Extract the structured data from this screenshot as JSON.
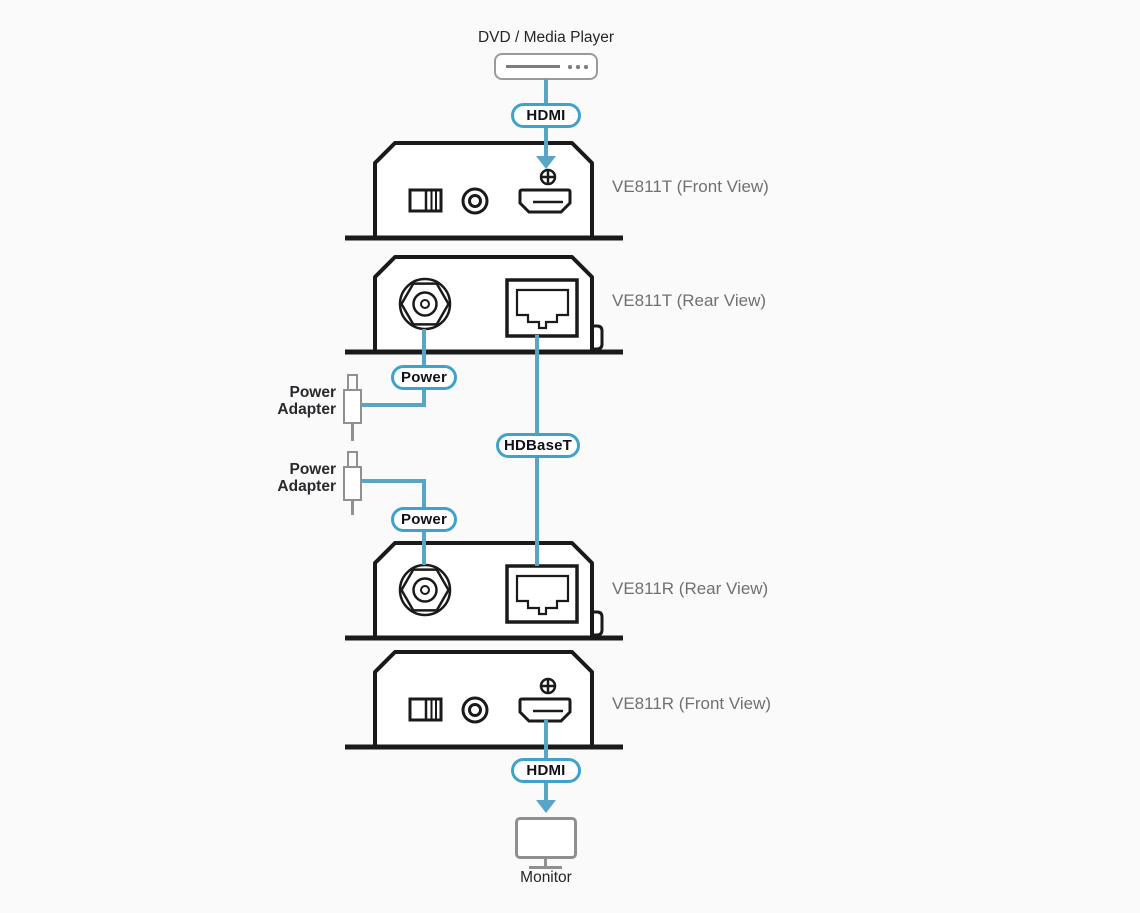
{
  "diagram": {
    "source_label": "DVD / Media Player",
    "monitor_label": "Monitor",
    "badges": {
      "hdmi_top": "HDMI",
      "power_1": "Power",
      "hdbaset": "HDBaseT",
      "power_2": "Power",
      "hdmi_bottom": "HDMI"
    },
    "devices": {
      "tx_front": "VE811T (Front View)",
      "tx_rear": "VE811T (Rear View)",
      "rx_rear": "VE811R (Rear View)",
      "rx_front": "VE811R (Front View)"
    },
    "adapters": {
      "adapter_1": {
        "line1": "Power",
        "line2": "Adapter"
      },
      "adapter_2": {
        "line1": "Power",
        "line2": "Adapter"
      }
    },
    "colors": {
      "accent_blue_line": "#58A5C6",
      "accent_blue_border": "#3FA3C9",
      "outline_black": "#1A1A1A",
      "icon_gray": "#909090",
      "label_gray": "#707070",
      "text_dark": "#26262A"
    }
  }
}
